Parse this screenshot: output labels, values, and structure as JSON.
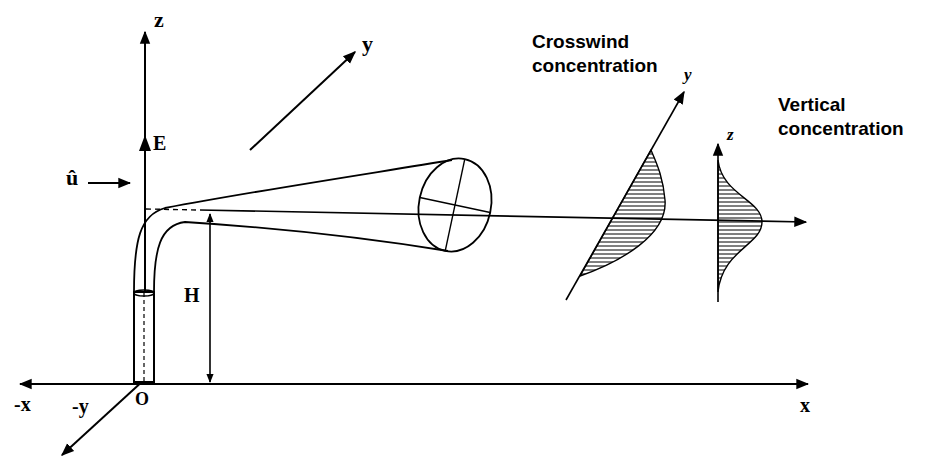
{
  "diagram": {
    "labels": [
      "z",
      "y",
      "Crosswind concentration",
      "y",
      "Vertical concentration",
      "z",
      "û",
      "E",
      "H",
      "-x",
      "O",
      "x",
      "-y"
    ]
  }
}
